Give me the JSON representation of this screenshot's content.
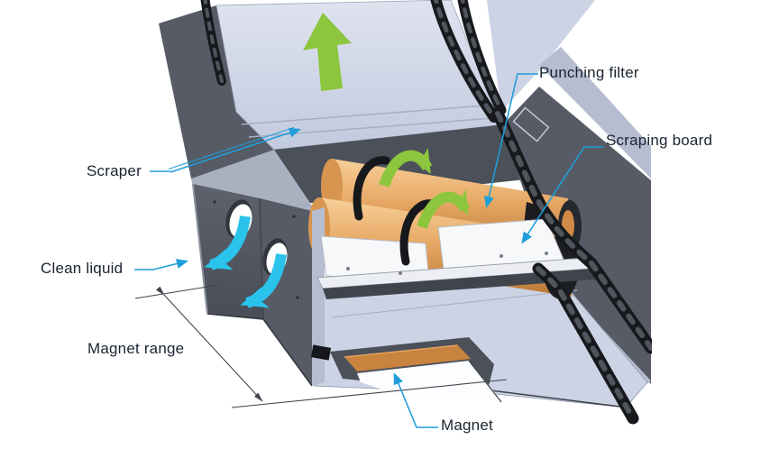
{
  "diagram": {
    "labels": {
      "punching_filter": "Punching filter",
      "scraping_board": "Scraping board",
      "scraper": "Scraper",
      "clean_liquid": "Clean liquid",
      "magnet_range": "Magnet range",
      "magnet": "Magnet"
    },
    "colors": {
      "label_text": "#1b2430",
      "leader_blue": "#1f9ed9",
      "flow_green": "#8cc63e",
      "liquid_cyan": "#29c3ec",
      "roller_orange": "#e8a966",
      "roller_orange_dark": "#c07c3a",
      "magnet_orange": "#c8833f",
      "body_light": "#ccd3e5",
      "body_mid": "#b6bdd0",
      "body_dark": "#565b66",
      "body_darker": "#4b5059",
      "chain_black": "#17191d",
      "dimension_black": "#41464d",
      "board_white": "#f7f8fa"
    }
  }
}
